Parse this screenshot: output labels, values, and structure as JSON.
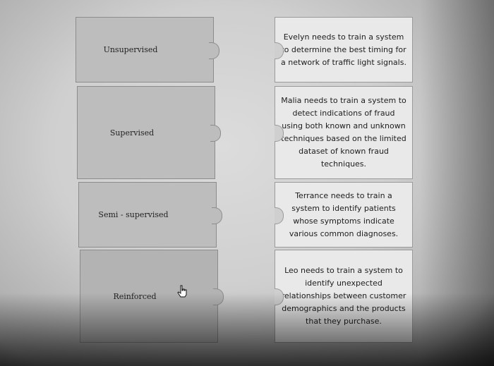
{
  "terms": [
    {
      "label": "Unsupervised"
    },
    {
      "label": "Supervised"
    },
    {
      "label": "Semi - supervised"
    },
    {
      "label": "Reinforced"
    }
  ],
  "descriptions": [
    {
      "text": "Evelyn needs to train a system to determine the best timing for a network of traffic light signals."
    },
    {
      "text": "Malia needs to train a system to detect indications of fraud using both known and unknown techniques based on the limited dataset of known fraud techniques."
    },
    {
      "text": "Terrance needs to train a system to identify patients whose symptoms indicate various common diagnoses."
    },
    {
      "text": "Leo needs to train a system to identify unexpected relationships between customer demographics and the products that they purchase."
    }
  ],
  "cursor_icon": "hand-pointer-icon"
}
